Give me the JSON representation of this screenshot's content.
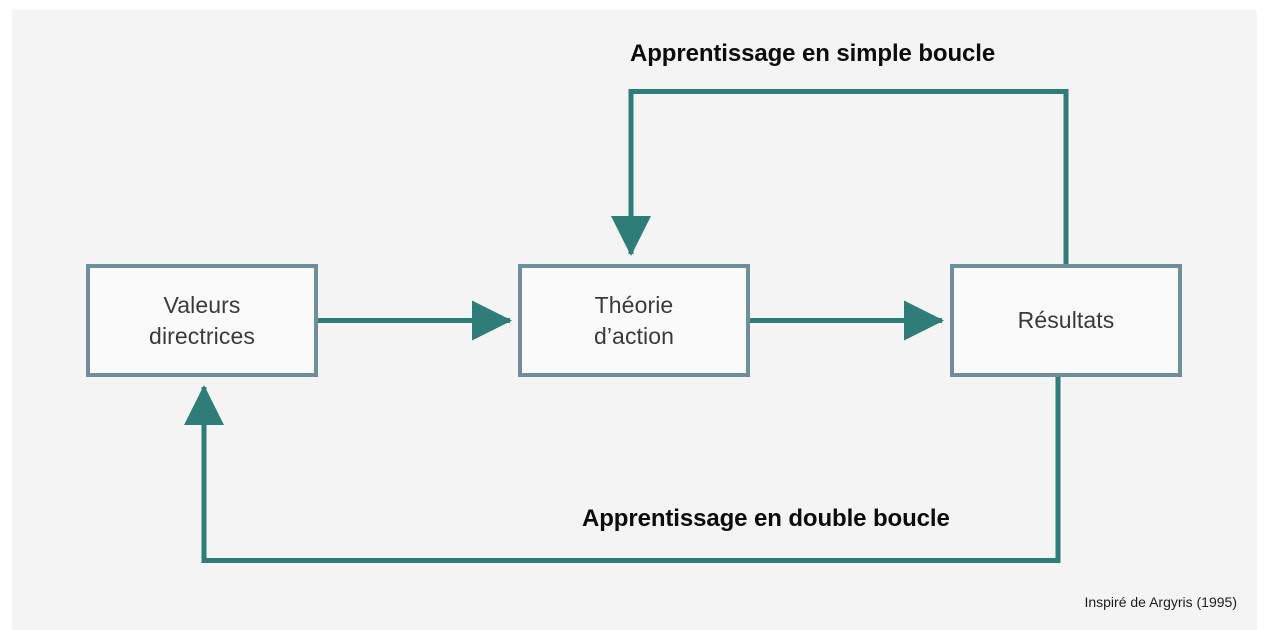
{
  "figure": {
    "background_color": "#f4f4f4",
    "page_color": "#ffffff",
    "accent_color": "#2e7d79",
    "box_border_color": "#6e8e9b",
    "box_fill_color": "#fafafa",
    "caption": "Inspiré de Argyris (1995)"
  },
  "nodes": [
    {
      "id": "valeurs-directrices",
      "label": "Valeurs\ndirectrices"
    },
    {
      "id": "theorie-d-action",
      "label": "Théorie\nd’action"
    },
    {
      "id": "resultats",
      "label": "Résultats"
    }
  ],
  "loops": [
    {
      "id": "simple-boucle",
      "label": "Apprentissage en simple boucle",
      "from": "resultats",
      "to": "theorie-d-action",
      "position": "top"
    },
    {
      "id": "double-boucle",
      "label": "Apprentissage en double boucle",
      "from": "resultats",
      "to": "valeurs-directrices",
      "position": "bottom"
    }
  ],
  "flow_arrows": [
    {
      "id": "valeurs-to-theorie",
      "from": "valeurs-directrices",
      "to": "theorie-d-action"
    },
    {
      "id": "theorie-to-resultats",
      "from": "theorie-d-action",
      "to": "resultats"
    }
  ]
}
